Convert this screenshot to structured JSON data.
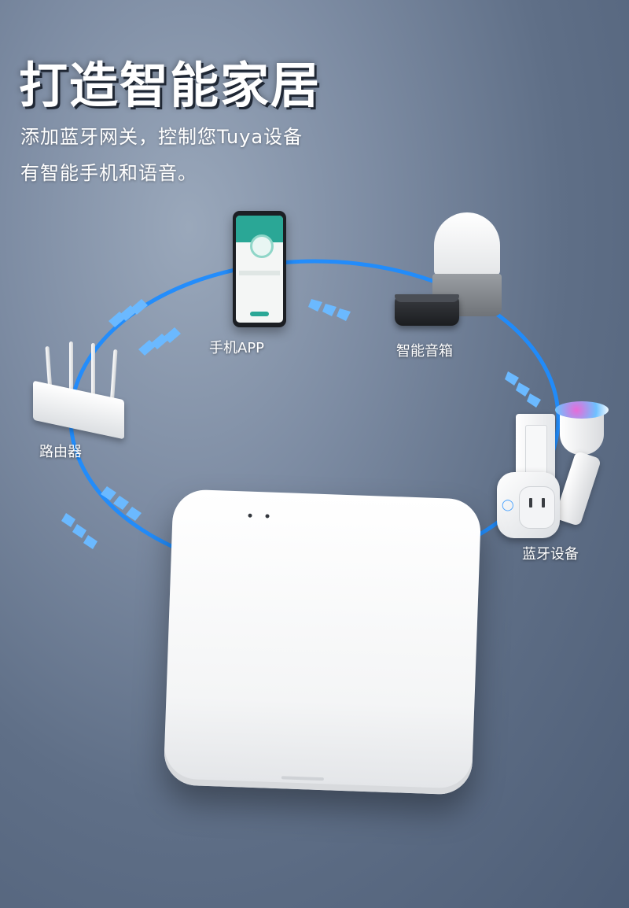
{
  "hero": {
    "title": "打造智能家居",
    "subtitle_line1": "添加蓝牙网关，控制您Tuya设备",
    "subtitle_line2": "有智能手机和语音。"
  },
  "labels": {
    "phone_app": "手机APP",
    "smart_speaker": "智能音箱",
    "router": "路由器",
    "bluetooth_devices": "蓝牙设备"
  },
  "colors": {
    "ring": "#1e8cff",
    "arrow": "#5fb4ff",
    "title": "#ffffff"
  }
}
